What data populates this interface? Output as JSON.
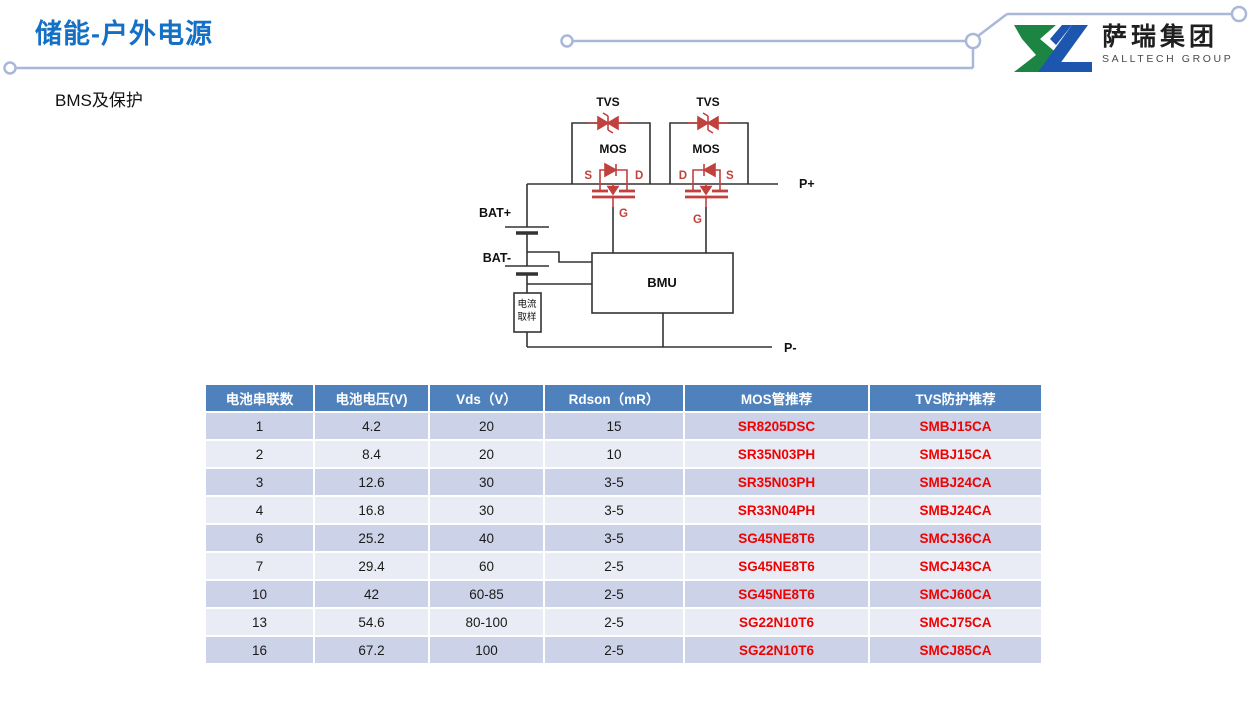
{
  "page": {
    "title": "储能-户外电源",
    "subtitle": "BMS及保护"
  },
  "logo": {
    "name_zh": "萨瑞集团",
    "name_en": "SALLTECH GROUP"
  },
  "circuit": {
    "tvs": "TVS",
    "mos": "MOS",
    "s": "S",
    "d": "D",
    "g": "G",
    "bat_plus": "BAT+",
    "bat_minus": "BAT-",
    "bmu": "BMU",
    "p_plus": "P+",
    "p_minus": "P-",
    "current_sense_line1": "电流",
    "current_sense_line2": "取样"
  },
  "table": {
    "headers": [
      "电池串联数",
      "电池电压(V)",
      "Vds（V）",
      "Rdson（mR）",
      "MOS管推荐",
      "TVS防护推荐"
    ],
    "rows": [
      [
        "1",
        "4.2",
        "20",
        "15",
        "SR8205DSC",
        "SMBJ15CA"
      ],
      [
        "2",
        "8.4",
        "20",
        "10",
        "SR35N03PH",
        "SMBJ15CA"
      ],
      [
        "3",
        "12.6",
        "30",
        "3-5",
        "SR35N03PH",
        "SMBJ24CA"
      ],
      [
        "4",
        "16.8",
        "30",
        "3-5",
        "SR33N04PH",
        "SMBJ24CA"
      ],
      [
        "6",
        "25.2",
        "40",
        "3-5",
        "SG45NE8T6",
        "SMCJ36CA"
      ],
      [
        "7",
        "29.4",
        "60",
        "2-5",
        "SG45NE8T6",
        "SMCJ43CA"
      ],
      [
        "10",
        "42",
        "60-85",
        "2-5",
        "SG45NE8T6",
        "SMCJ60CA"
      ],
      [
        "13",
        "54.6",
        "80-100",
        "2-5",
        "SG22N10T6",
        "SMCJ75CA"
      ],
      [
        "16",
        "67.2",
        "100",
        "2-5",
        "SG22N10T6",
        "SMCJ85CA"
      ]
    ]
  },
  "colors": {
    "title_blue": "#1470c4",
    "table_header_bg": "#4f81bd",
    "row_dark": "#ccd3e8",
    "row_light": "#eaecf5",
    "table_red": "#ee0202",
    "circuit_red": "#c0413e",
    "decor_line": "#a9b8d8",
    "logo_green": "#1d8544",
    "logo_blue": "#1d56ae"
  }
}
